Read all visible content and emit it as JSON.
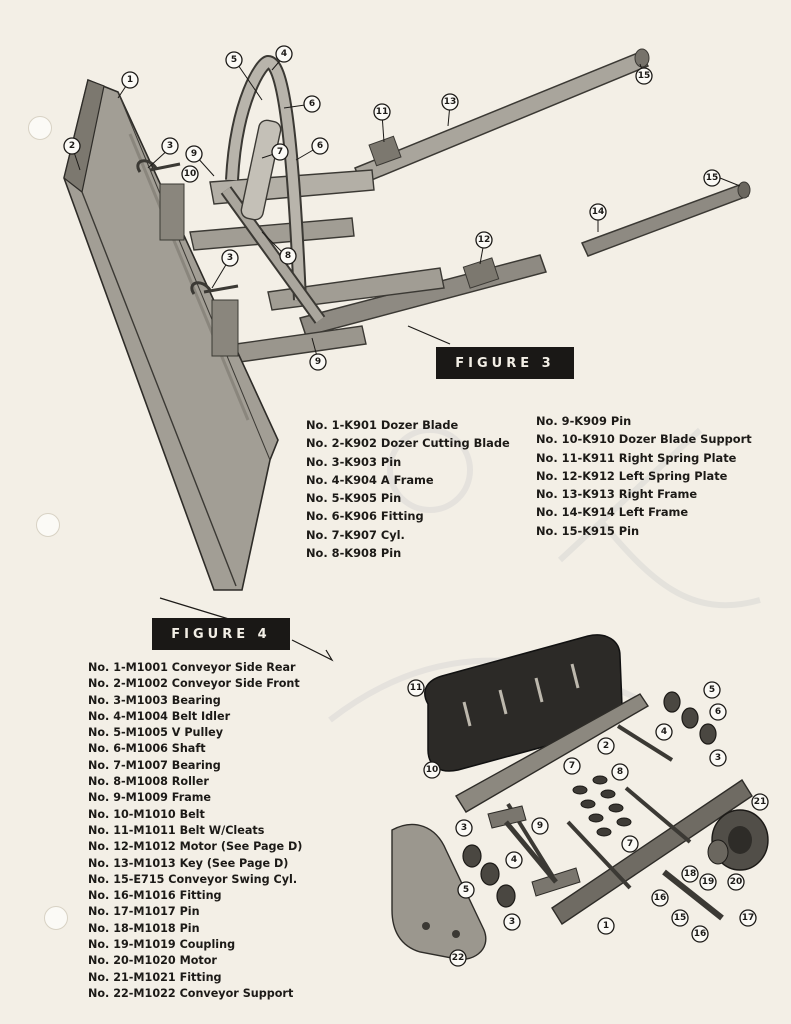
{
  "figure3": {
    "title": "FIGURE 3",
    "parts_col1": [
      "No. 1-K901 Dozer Blade",
      "No. 2-K902 Dozer Cutting Blade",
      "No. 3-K903 Pin",
      "No. 4-K904 A Frame",
      "No. 5-K905 Pin",
      "No. 6-K906 Fitting",
      "No. 7-K907 Cyl.",
      "No. 8-K908 Pin"
    ],
    "parts_col2": [
      "No. 9-K909 Pin",
      "No. 10-K910 Dozer Blade Support",
      "No. 11-K911 Right Spring Plate",
      "No. 12-K912 Left Spring Plate",
      "No. 13-K913 Right Frame",
      "No. 14-K914 Left Frame",
      "No. 15-K915 Pin"
    ],
    "callouts": [
      "1",
      "2",
      "3",
      "4",
      "5",
      "6",
      "6",
      "7",
      "8",
      "9",
      "9",
      "10",
      "3",
      "11",
      "12",
      "13",
      "14",
      "15",
      "15"
    ]
  },
  "figure4": {
    "title": "FIGURE 4",
    "parts": [
      "No. 1-M1001 Conveyor Side Rear",
      "No. 2-M1002 Conveyor Side Front",
      "No. 3-M1003 Bearing",
      "No. 4-M1004 Belt Idler",
      "No. 5-M1005 V Pulley",
      "No. 6-M1006 Shaft",
      "No. 7-M1007 Bearing",
      "No. 8-M1008 Roller",
      "No. 9-M1009 Frame",
      "No. 10-M1010 Belt",
      "No. 11-M1011 Belt W/Cleats",
      "No. 12-M1012 Motor (See Page D)",
      "No. 13-M1013 Key (See Page D)",
      "No. 15-E715 Conveyor Swing Cyl.",
      "No. 16-M1016 Fitting",
      "No. 17-M1017 Pin",
      "No. 18-M1018 Pin",
      "No. 19-M1019 Coupling",
      "No. 20-M1020 Motor",
      "No. 21-M1021 Fitting",
      "No. 22-M1022 Conveyor Support"
    ],
    "callouts": [
      "11",
      "10",
      "2",
      "4",
      "5",
      "6",
      "3",
      "7",
      "8",
      "3",
      "9",
      "4",
      "5",
      "3",
      "7",
      "1",
      "21",
      "20",
      "19",
      "18",
      "16",
      "15",
      "16",
      "17",
      "22"
    ]
  },
  "colors": {
    "paper": "#f3efe6",
    "ink": "#1c1a17",
    "banner": "#1a1816",
    "metal": "#9a968d",
    "metal_dark": "#5d5a54"
  }
}
